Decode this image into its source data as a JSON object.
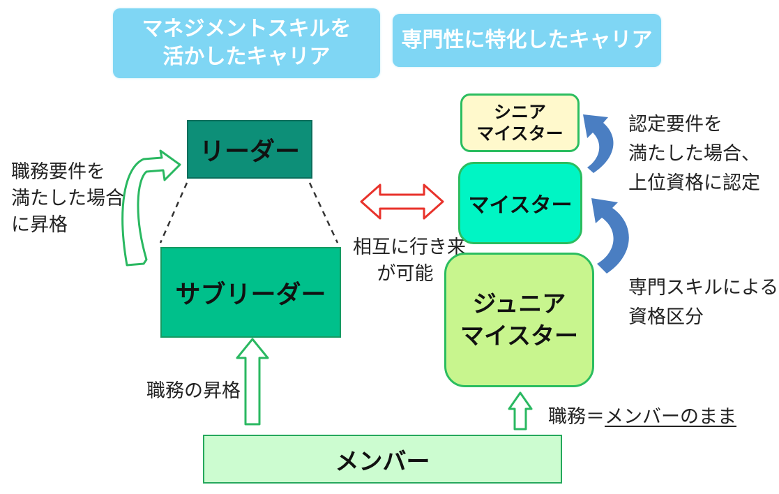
{
  "headers": {
    "management_line1": "マネジメントスキルを",
    "management_line2": "活かしたキャリア",
    "specialty": "専門性に特化したキャリア"
  },
  "management_track": {
    "leader": "リーダー",
    "sub_leader": "サブリーダー",
    "promote_note": [
      "職務要件を",
      "満たした場合",
      "に昇格"
    ],
    "job_promotion": "職務の昇格"
  },
  "specialist_track": {
    "senior_line1": "シニア",
    "senior_line2": "マイスター",
    "meister": "マイスター",
    "junior_line1": "ジュニア",
    "junior_line2": "マイスター",
    "cert_note": [
      "認定要件を",
      "満たした場合、",
      "上位資格に認定"
    ],
    "skill_note": [
      "専門スキルによる",
      "資格区分"
    ],
    "duty_prefix": "職務＝",
    "duty_underlined": "メンバーのまま"
  },
  "exchange_note": [
    "相互に行き来",
    "が可能"
  ],
  "member": "メンバー",
  "colors": {
    "header_bg": "#7fd6f4",
    "leader_bg": "#0d8f78",
    "sub_leader_bg": "#00c08b",
    "senior_bg": "#fff9cc",
    "meister_bg": "#00f5c4",
    "junior_bg": "#c8f58e",
    "member_bg": "#ccfcd0",
    "green_arrow": "#2ab861",
    "red_arrow": "#e8322b",
    "blue_arrow": "#4a7ec2"
  }
}
